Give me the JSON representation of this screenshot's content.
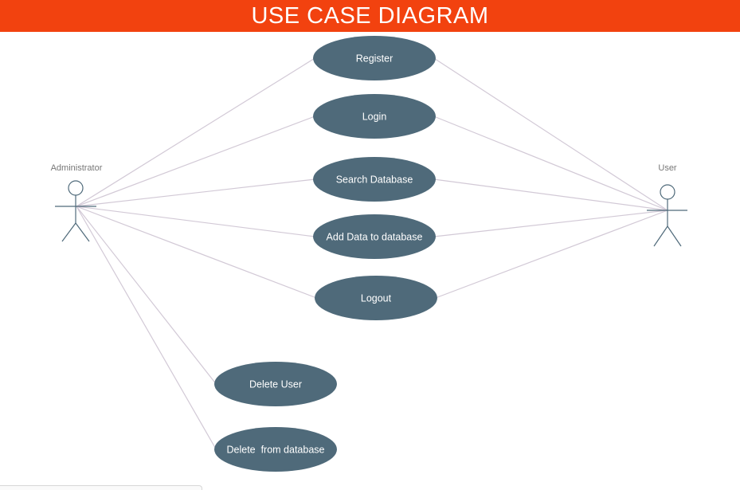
{
  "title": "USE CASE DIAGRAM",
  "colors": {
    "title_bar": "#f2420f",
    "usecase_fill": "#4f6a7a",
    "usecase_text": "#ffffff",
    "association_line": "#d2c9d6",
    "actor_stroke": "#4f6a7a",
    "actor_label": "#777777"
  },
  "actors": [
    {
      "id": "administrator",
      "label": "Administrator",
      "icon": "stick-figure-icon"
    },
    {
      "id": "user",
      "label": "User",
      "icon": "stick-figure-icon"
    }
  ],
  "use_cases": [
    {
      "id": "register",
      "label": "Register"
    },
    {
      "id": "login",
      "label": "Login"
    },
    {
      "id": "search-database",
      "label": "Search Database"
    },
    {
      "id": "add-data",
      "label": "Add Data to database"
    },
    {
      "id": "logout",
      "label": "Logout"
    },
    {
      "id": "delete-user",
      "label": "Delete User"
    },
    {
      "id": "delete-from-database",
      "label": "Delete  from database"
    }
  ],
  "associations": [
    {
      "actor": "administrator",
      "use_case": "register"
    },
    {
      "actor": "administrator",
      "use_case": "login"
    },
    {
      "actor": "administrator",
      "use_case": "search-database"
    },
    {
      "actor": "administrator",
      "use_case": "add-data"
    },
    {
      "actor": "administrator",
      "use_case": "logout"
    },
    {
      "actor": "administrator",
      "use_case": "delete-user"
    },
    {
      "actor": "administrator",
      "use_case": "delete-from-database"
    },
    {
      "actor": "user",
      "use_case": "register"
    },
    {
      "actor": "user",
      "use_case": "login"
    },
    {
      "actor": "user",
      "use_case": "search-database"
    },
    {
      "actor": "user",
      "use_case": "add-data"
    },
    {
      "actor": "user",
      "use_case": "logout"
    }
  ]
}
